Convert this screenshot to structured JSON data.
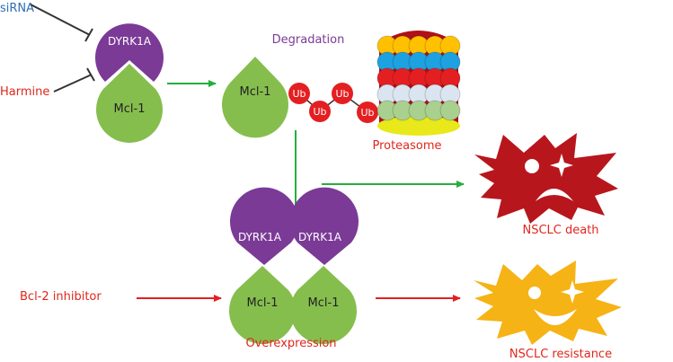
{
  "labels": {
    "sirna": "siRNA",
    "harmine": "Harmine",
    "dyrk1a": "DYRK1A",
    "mcl1": "Mcl-1",
    "degradation": "Degradation",
    "ub": "Ub",
    "proteasome": "Proteasome",
    "nsclc_death": "NSCLC death",
    "bcl2_inhibitor": "Bcl-2 inhibitor",
    "overexpression": "Overexpression",
    "nsclc_resistance": "NSCLC resistance"
  },
  "colors": {
    "purple": "#7b3a96",
    "mcl_green": "#86be4e",
    "red_text": "#e0261d",
    "blue_text": "#2f6db5",
    "ub_red": "#e41f22",
    "arrow_green": "#27ad3e",
    "arrow_red": "#e41f22",
    "death_burst": "#b8161d",
    "resistance_burst": "#f5b316",
    "proteasome_rows": [
      "#ffc000",
      "#1da1e0",
      "#e41f22",
      "#dbe5f1",
      "#a9d08e",
      "#e8e81a"
    ]
  },
  "icons": {
    "death_face": "sad-face-icon",
    "resistance_face": "happy-face-icon"
  }
}
